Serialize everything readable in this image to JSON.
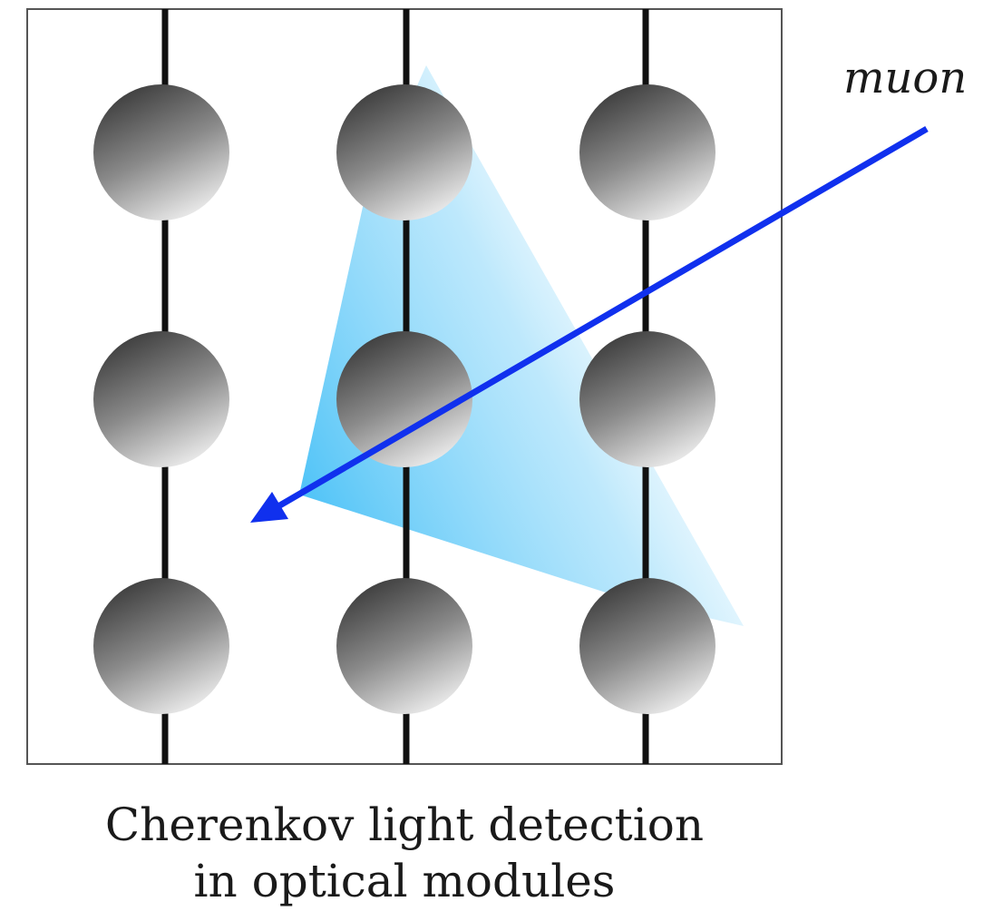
{
  "labels": {
    "particle": "muon",
    "caption_line1": "Cherenkov light detection",
    "caption_line2": "in optical modules"
  },
  "colors": {
    "frame": "#555555",
    "string": "#111111",
    "module_dark": "#3a3a3a",
    "module_light": "#f2f2f2",
    "muon_track": "#1030ee",
    "cherenkov_cone": "#4fc3f7"
  },
  "detector": {
    "strings": 3,
    "modules_per_string": 3
  }
}
